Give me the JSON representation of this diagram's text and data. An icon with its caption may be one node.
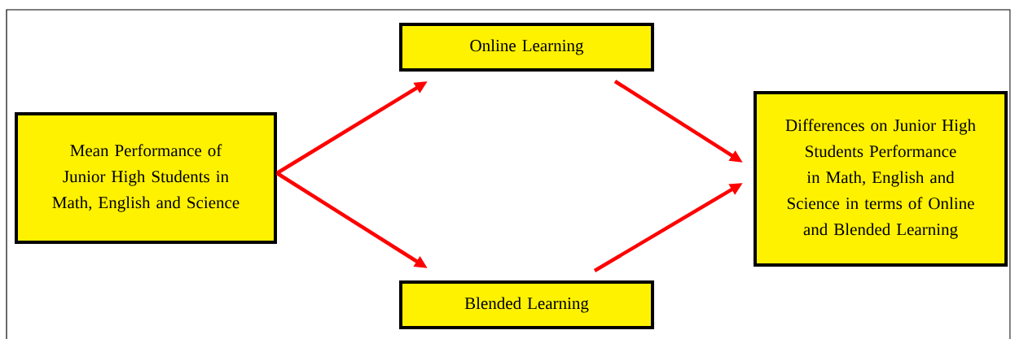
{
  "diagram": {
    "nodes": [
      {
        "text": [
          "Mean Performance of Junior High Students in Math, English and Science"
        ]
      },
      {
        "text": [
          "Online Learning"
        ]
      },
      {
        "text": [
          "Blended Learning"
        ]
      },
      {
        "text": [
          "Differences on Junior High Students Performance in Math, English and Science in terms of Online and Blended Learning"
        ]
      }
    ],
    "edges": [
      {
        "from": 0,
        "to": 1,
        "arrow": "to"
      },
      {
        "from": 0,
        "to": 2,
        "arrow": "to"
      },
      {
        "from": 1,
        "to": 3,
        "arrow": "to"
      },
      {
        "from": 2,
        "to": 3,
        "arrow": "to"
      }
    ]
  }
}
